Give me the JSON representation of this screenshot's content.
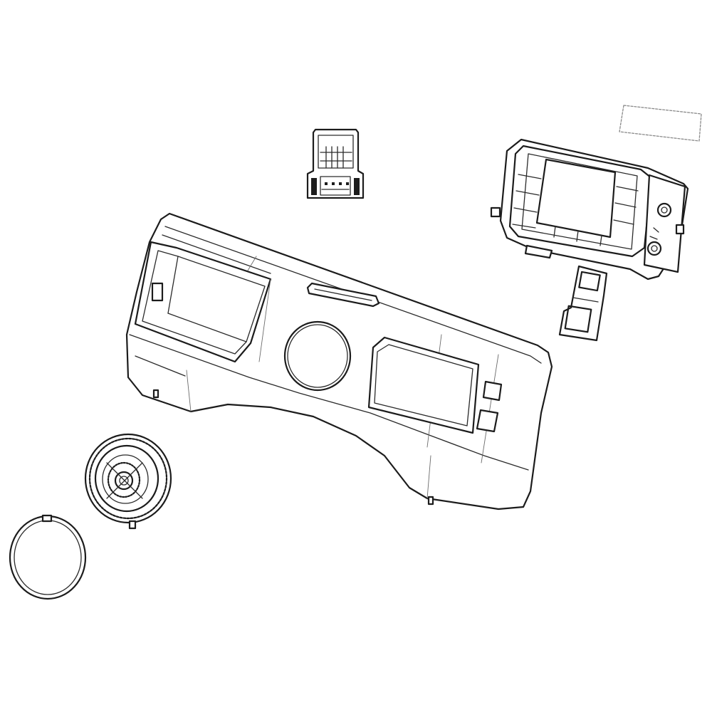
{
  "diagram": {
    "background": "#ffffff",
    "line_color": "#1c1c1c",
    "parts": [
      "control-panel-console",
      "display-board-assembly",
      "connector-board",
      "rotary-knob",
      "knob-trim-ring",
      "label-plate",
      "button-bracket"
    ]
  }
}
